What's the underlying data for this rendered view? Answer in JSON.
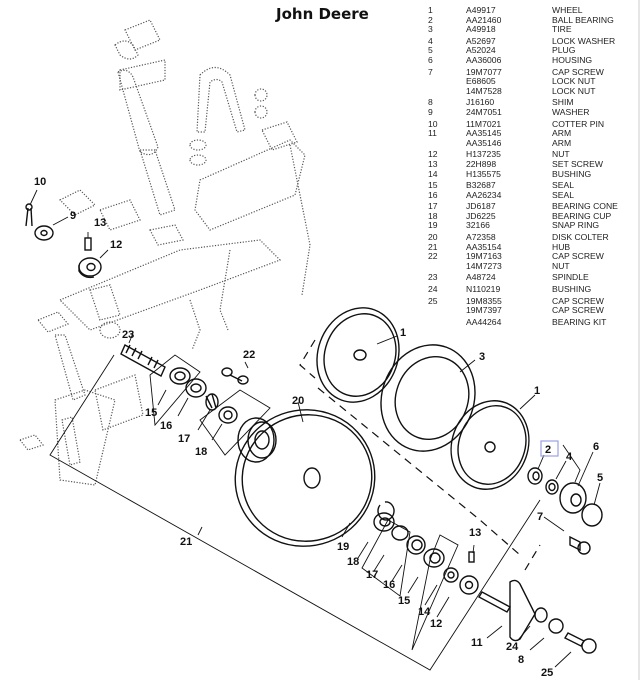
{
  "title": "John Deere",
  "parts_list": [
    {
      "no": "1",
      "part": "A49917",
      "desc": "WHEEL"
    },
    {
      "no": "2",
      "part": "AA21460",
      "desc": "BALL BEARING"
    },
    {
      "no": "3",
      "part": "A49918",
      "desc": "TIRE"
    },
    {
      "no": "4",
      "part": "A52697",
      "desc": "LOCK WASHER"
    },
    {
      "no": "5",
      "part": "A52024",
      "desc": "PLUG"
    },
    {
      "no": "6",
      "part": "AA36006",
      "desc": "HOUSING"
    },
    {
      "no": "7",
      "part": "19M7077",
      "desc": "CAP SCREW"
    },
    {
      "no": "",
      "part": "E68605",
      "desc": "LOCK NUT"
    },
    {
      "no": "",
      "part": "14M7528",
      "desc": "LOCK NUT"
    },
    {
      "no": "8",
      "part": "J16160",
      "desc": "SHIM"
    },
    {
      "no": "9",
      "part": "24M7051",
      "desc": "WASHER"
    },
    {
      "no": "10",
      "part": "11M7021",
      "desc": "COTTER PIN"
    },
    {
      "no": "11",
      "part": "AA35145",
      "desc": "ARM"
    },
    {
      "no": "",
      "part": "AA35146",
      "desc": "ARM"
    },
    {
      "no": "12",
      "part": "H137235",
      "desc": "NUT"
    },
    {
      "no": "13",
      "part": "22H898",
      "desc": "SET SCREW"
    },
    {
      "no": "14",
      "part": "H135575",
      "desc": "BUSHING"
    },
    {
      "no": "15",
      "part": "B32687",
      "desc": "SEAL"
    },
    {
      "no": "16",
      "part": "AA26234",
      "desc": "SEAL"
    },
    {
      "no": "17",
      "part": "JD6187",
      "desc": "BEARING CONE"
    },
    {
      "no": "18",
      "part": "JD6225",
      "desc": "BEARING CUP"
    },
    {
      "no": "19",
      "part": "32166",
      "desc": "SNAP RING"
    },
    {
      "no": "20",
      "part": "A72358",
      "desc": "DISK COLTER"
    },
    {
      "no": "21",
      "part": "AA35154",
      "desc": "HUB"
    },
    {
      "no": "22",
      "part": "19M7163",
      "desc": "CAP SCREW"
    },
    {
      "no": "",
      "part": "14M7273",
      "desc": "NUT"
    },
    {
      "no": "23",
      "part": "A48724",
      "desc": "SPINDLE"
    },
    {
      "no": "24",
      "part": "N110219",
      "desc": "BUSHING"
    },
    {
      "no": "25",
      "part": "19M8355",
      "desc": "CAP SCREW"
    },
    {
      "no": "",
      "part": "19M7397",
      "desc": "CAP SCREW"
    },
    {
      "no": "",
      "part": "AA44264",
      "desc": "BEARING KIT"
    }
  ],
  "callouts": {
    "c1a": "1",
    "c1b": "1",
    "c2": "2",
    "c3": "3",
    "c4": "4",
    "c5": "5",
    "c6": "6",
    "c7": "7",
    "c8": "8",
    "c9": "9",
    "c10": "10",
    "c11": "11",
    "c12a": "12",
    "c12b": "12",
    "c13a": "13",
    "c13b": "13",
    "c14": "14",
    "c15a": "15",
    "c15b": "15",
    "c16a": "16",
    "c16b": "16",
    "c17a": "17",
    "c17b": "17",
    "c18a": "18",
    "c18b": "18",
    "c19": "19",
    "c20": "20",
    "c21": "21",
    "c22": "22",
    "c23": "23",
    "c24": "24",
    "c25": "25"
  },
  "highlight_color": "#9aa0e6"
}
